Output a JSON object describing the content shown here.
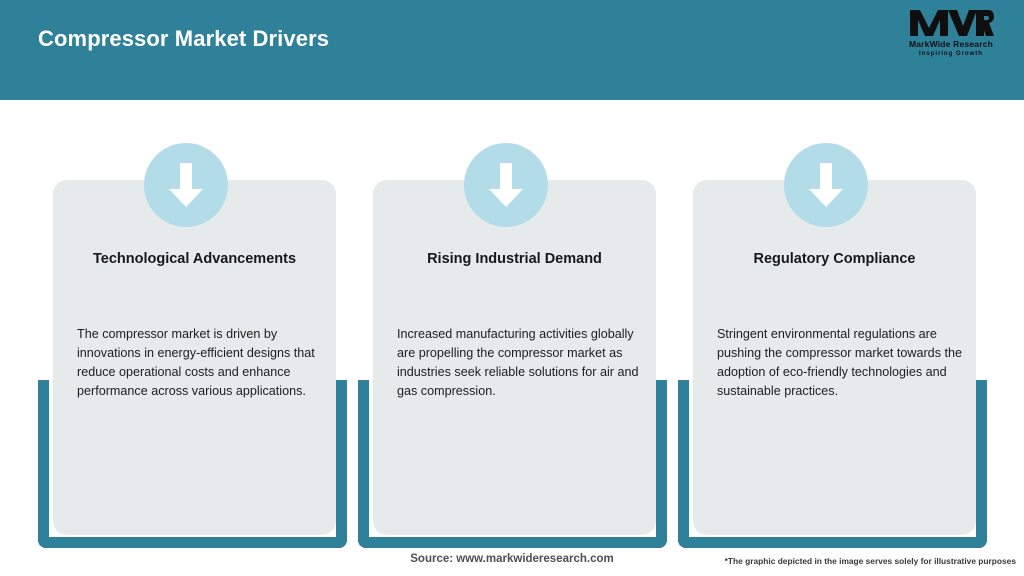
{
  "header": {
    "title": "Compressor Market Drivers",
    "bg_color": "#2e8198",
    "title_color": "#ffffff",
    "logo": {
      "mark": "MWR",
      "name": "MarkWide Research",
      "tagline": "Inspiring Growth"
    }
  },
  "theme": {
    "teal": "#2e8198",
    "light_blue": "#b3dce9",
    "card_gray": "#e6eaea",
    "page_bg": "#ffffff"
  },
  "cards": [
    {
      "icon": "arrow-down-icon",
      "title": "Technological Advancements",
      "body": "The compressor market is driven by innovations in energy-efficient designs that reduce operational costs and enhance performance across various applications."
    },
    {
      "icon": "arrow-down-icon",
      "title": "Rising Industrial Demand",
      "body": "Increased manufacturing activities globally are propelling the compressor market as industries seek reliable solutions for air and gas compression."
    },
    {
      "icon": "arrow-down-icon",
      "title": "Regulatory Compliance",
      "body": "Stringent environmental regulations are pushing the compressor market towards the adoption of eco-friendly technologies and sustainable practices."
    }
  ],
  "footer": {
    "source": "Source: www.markwideresearch.com",
    "disclaimer": "*The graphic depicted in the image serves solely for illustrative purposes"
  }
}
